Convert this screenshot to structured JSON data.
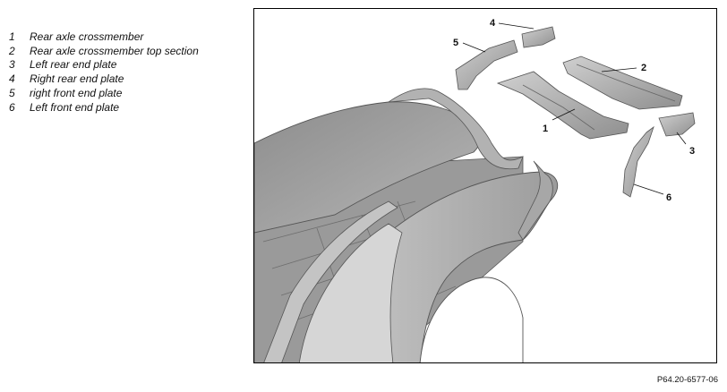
{
  "legend": {
    "items": [
      {
        "num": "1",
        "label": "Rear axle crossmember"
      },
      {
        "num": "2",
        "label": "Rear axle crossmember top section"
      },
      {
        "num": "3",
        "label": "Left rear end plate"
      },
      {
        "num": "4",
        "label": "Right rear end plate"
      },
      {
        "num": "5",
        "label": "right front end plate"
      },
      {
        "num": "6",
        "label": "Left front end plate"
      }
    ]
  },
  "callouts": [
    "1",
    "2",
    "3",
    "4",
    "5",
    "6"
  ],
  "figure_ref": "P64.20-6577-06"
}
